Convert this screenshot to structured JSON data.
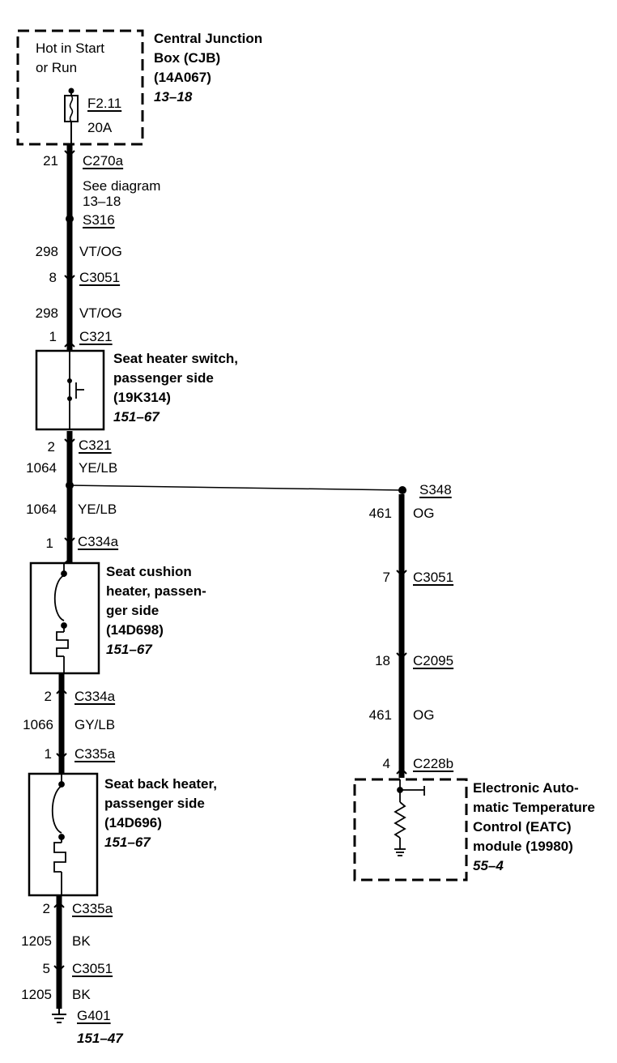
{
  "cjb": {
    "power_label": [
      "Hot in Start",
      "or Run"
    ],
    "title": [
      "Central Junction",
      "Box (CJB)",
      "(14A067)"
    ],
    "ref": "13–18",
    "fuse": "F2.11",
    "fuse_rating": "20A"
  },
  "left_branch": [
    {
      "pin": "21",
      "connector": "C270a"
    },
    {
      "note": [
        "See diagram",
        "13–18"
      ]
    },
    {
      "splice": "S316"
    },
    {
      "circuit": "298",
      "color": "VT/OG"
    },
    {
      "pin": "8",
      "connector": "C3051"
    },
    {
      "circuit": "298",
      "color": "VT/OG"
    },
    {
      "pin": "1",
      "connector": "C321"
    },
    {
      "pin": "2",
      "connector": "C321"
    },
    {
      "circuit": "1064",
      "color": "YE/LB"
    },
    {
      "circuit": "1064",
      "color": "YE/LB"
    },
    {
      "pin": "1",
      "connector": "C334a"
    },
    {
      "pin": "2",
      "connector": "C334a"
    },
    {
      "circuit": "1066",
      "color": "GY/LB"
    },
    {
      "pin": "1",
      "connector": "C335a"
    },
    {
      "pin": "2",
      "connector": "C335a"
    },
    {
      "circuit": "1205",
      "color": "BK"
    },
    {
      "pin": "5",
      "connector": "C3051"
    },
    {
      "circuit": "1205",
      "color": "BK"
    },
    {
      "ground": "G401",
      "ref": "151–47"
    }
  ],
  "components": {
    "seat_heater_switch": {
      "title": [
        "Seat heater switch,",
        "passenger side",
        "(19K314)"
      ],
      "ref": "151–67"
    },
    "seat_cushion_heater": {
      "title": [
        "Seat cushion",
        "heater, passen-",
        "ger side",
        "(14D698)"
      ],
      "ref": "151–67"
    },
    "seat_back_heater": {
      "title": [
        "Seat back heater,",
        "passenger side",
        "(14D696)"
      ],
      "ref": "151–67"
    },
    "eatc_module": {
      "title": [
        "Electronic Auto-",
        "matic Temperature",
        "Control (EATC)",
        "module (19980)"
      ],
      "ref": "55–4"
    }
  },
  "right_branch": [
    {
      "splice": "S348"
    },
    {
      "circuit": "461",
      "color": "OG"
    },
    {
      "pin": "7",
      "connector": "C3051"
    },
    {
      "pin": "18",
      "connector": "C2095"
    },
    {
      "circuit": "461",
      "color": "OG"
    },
    {
      "pin": "4",
      "connector": "C228b"
    }
  ]
}
